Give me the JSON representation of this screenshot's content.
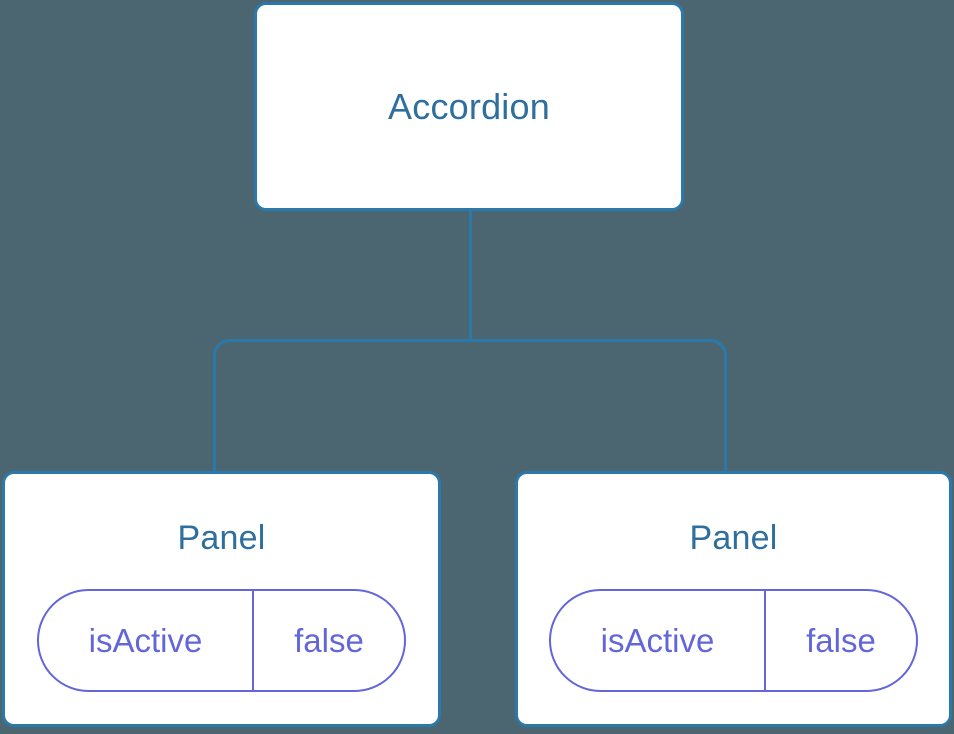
{
  "diagram": {
    "type": "component-tree",
    "background_color": "#4c6671",
    "node_fill_color": "#ffffff",
    "node_border_color": "#2b79ab",
    "node_title_color": "#2e6f9e",
    "state_pill_color": "#6366d8",
    "connector_color": "#2b79ab",
    "root": {
      "name": "accordion-node",
      "title": "Accordion",
      "state": []
    },
    "children": [
      {
        "name": "panel-node-0",
        "title": "Panel",
        "state": [
          {
            "key": "isActive",
            "value": "false"
          }
        ]
      },
      {
        "name": "panel-node-1",
        "title": "Panel",
        "state": [
          {
            "key": "isActive",
            "value": "false"
          }
        ]
      }
    ]
  }
}
